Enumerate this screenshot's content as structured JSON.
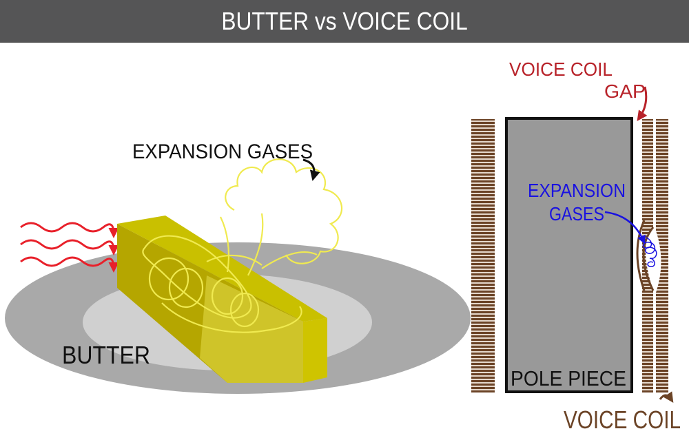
{
  "header": {
    "title": "BUTTER vs VOICE COIL"
  },
  "butter_scene": {
    "expansion_label": "EXPANSION GASES",
    "butter_label": "BUTTER"
  },
  "coil_scene": {
    "gap_label_line1": "VOICE COIL",
    "gap_label_line2": "GAP",
    "expansion_label_line1": "EXPANSION",
    "expansion_label_line2": "GASES",
    "pole_label": "POLE PIECE",
    "coil_label": "VOICE COIL"
  },
  "colors": {
    "header_bg": "#555556",
    "butter_yellow": "#d4cc00",
    "butter_side": "#b8a800",
    "plate_outer": "#a9a9a9",
    "plate_inner": "#d0d0d0",
    "heat_red": "#e8202a",
    "pole_gray": "#999999",
    "coil_brown": "#6b4326",
    "gap_red": "#b8232a",
    "gas_blue": "#1a12e0"
  }
}
